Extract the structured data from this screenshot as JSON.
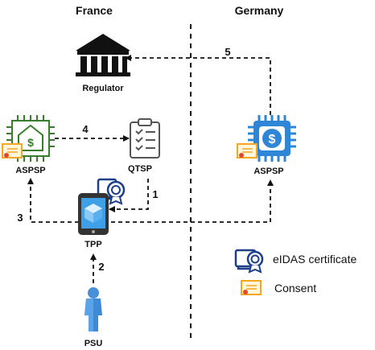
{
  "regions": {
    "left": "France",
    "right": "Germany"
  },
  "nodes": {
    "regulator": "Regulator",
    "aspsp_fr": "ASPSP",
    "qtsp": "QTSP",
    "aspsp_de": "ASPSP",
    "tpp": "TPP",
    "psu": "PSU"
  },
  "steps": {
    "s1": "1",
    "s2": "2",
    "s3": "3",
    "s4": "4",
    "s5": "5"
  },
  "legend": {
    "certificate": "eIDAS certificate",
    "consent": "Consent"
  },
  "colors": {
    "green": "#3a7d2c",
    "blue": "#2f86d6",
    "navy": "#1d3f8a",
    "orange": "#f5a623"
  }
}
